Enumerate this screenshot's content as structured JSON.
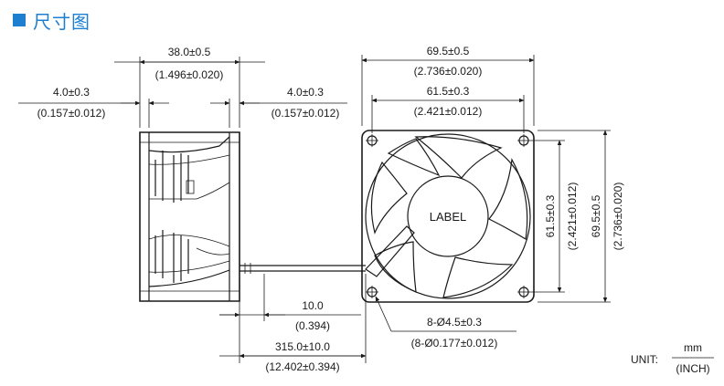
{
  "header": {
    "title": "尺寸图",
    "square_color": "#1e7fd1"
  },
  "side_view": {
    "width_mm": "38.0±0.5",
    "width_in": "(1.496±0.020)",
    "left_flange_mm": "4.0±0.3",
    "left_flange_in": "(0.157±0.012)",
    "right_flange_mm": "4.0±0.3",
    "right_flange_in": "(0.157±0.012)"
  },
  "front_view": {
    "overall_width_mm": "69.5±0.5",
    "overall_width_in": "(2.736±0.020)",
    "hole_pitch_mm": "61.5±0.3",
    "hole_pitch_in": "(2.421±0.012)",
    "hole_pitch_v_mm": "61.5±0.3",
    "hole_pitch_v_in": "(2.421±0.012)",
    "overall_height_mm": "69.5±0.5",
    "overall_height_in": "(2.736±0.020)",
    "label": "LABEL",
    "holes_mm": "8-Ø4.5±0.3",
    "holes_in": "(8-Ø0.177±0.012)"
  },
  "wire": {
    "strip_mm": "10.0",
    "strip_in": "(0.394)",
    "length_mm": "315.0±10.0",
    "length_in": "(12.402±0.394)"
  },
  "units": {
    "prefix": "UNIT:",
    "top": "mm",
    "bottom": "(INCH)"
  }
}
